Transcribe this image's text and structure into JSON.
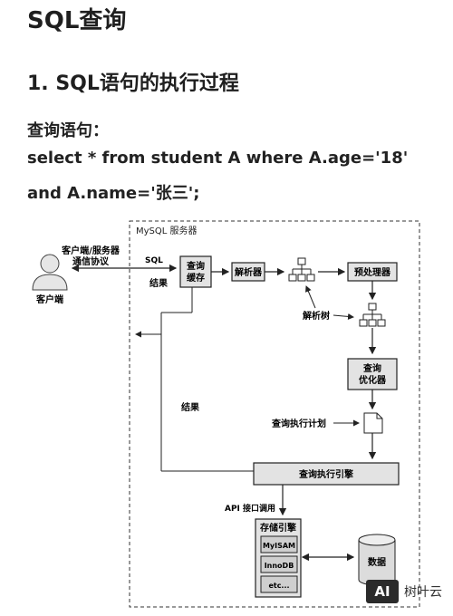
{
  "article": {
    "title": "SQL查询",
    "section_heading": "1. SQL语句的执行过程",
    "query_label": "查询语句：",
    "query_line1": "select * from student A where A.age='18'",
    "query_line2": "and A.name='张三';"
  },
  "diagram": {
    "server_label": "MySQL 服务器",
    "client_label": "客户端",
    "protocol_line1": "客户端/服务器",
    "protocol_line2": "通信协议",
    "sql_label": "SQL",
    "result_label_top": "结果",
    "query_cache_line1": "查询",
    "query_cache_line2": "缓存",
    "parser": "解析器",
    "preprocessor": "预处理器",
    "parse_tree": "解析树",
    "optimizer_line1": "查询",
    "optimizer_line2": "优化器",
    "result_label_left": "结果",
    "execution_plan": "查询执行计划",
    "execution_engine": "查询执行引擎",
    "api_label": "API 接口调用",
    "storage_engine": "存储引擎",
    "engines": [
      "MyISAM",
      "InnoDB",
      "etc..."
    ],
    "data": "数据"
  },
  "watermark": {
    "logo": "AI",
    "text": "树叶云"
  }
}
